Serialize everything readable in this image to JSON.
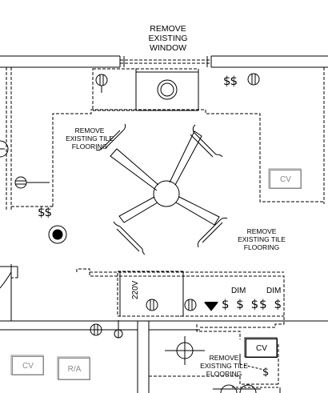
{
  "notes": {
    "remove_window": [
      "REMOVE",
      "EXISTING",
      "WINDOW"
    ],
    "remove_tile_left": [
      "REMOVE",
      "EXISTING TILE",
      "FLOORING"
    ],
    "remove_tile_right": [
      "REMOVE",
      "EXISTING TILE",
      "FLOORING"
    ],
    "remove_tile_bottom": [
      "REMOVE",
      "EXISTING TILE",
      "FLOORING"
    ]
  },
  "symbols": {
    "switch_pair_top": "$$",
    "switch_pair_left": "$$",
    "switch_row": "$ $ $$ $",
    "dim_left": "DIM",
    "dim_right": "DIM",
    "voltage": "220V",
    "switch_bottom": "$"
  },
  "equipment": {
    "cv_right": "CV",
    "cv_bottom_right": "CV",
    "cv_bottom_left": "CV",
    "ra_bottom_left": "R/A"
  }
}
